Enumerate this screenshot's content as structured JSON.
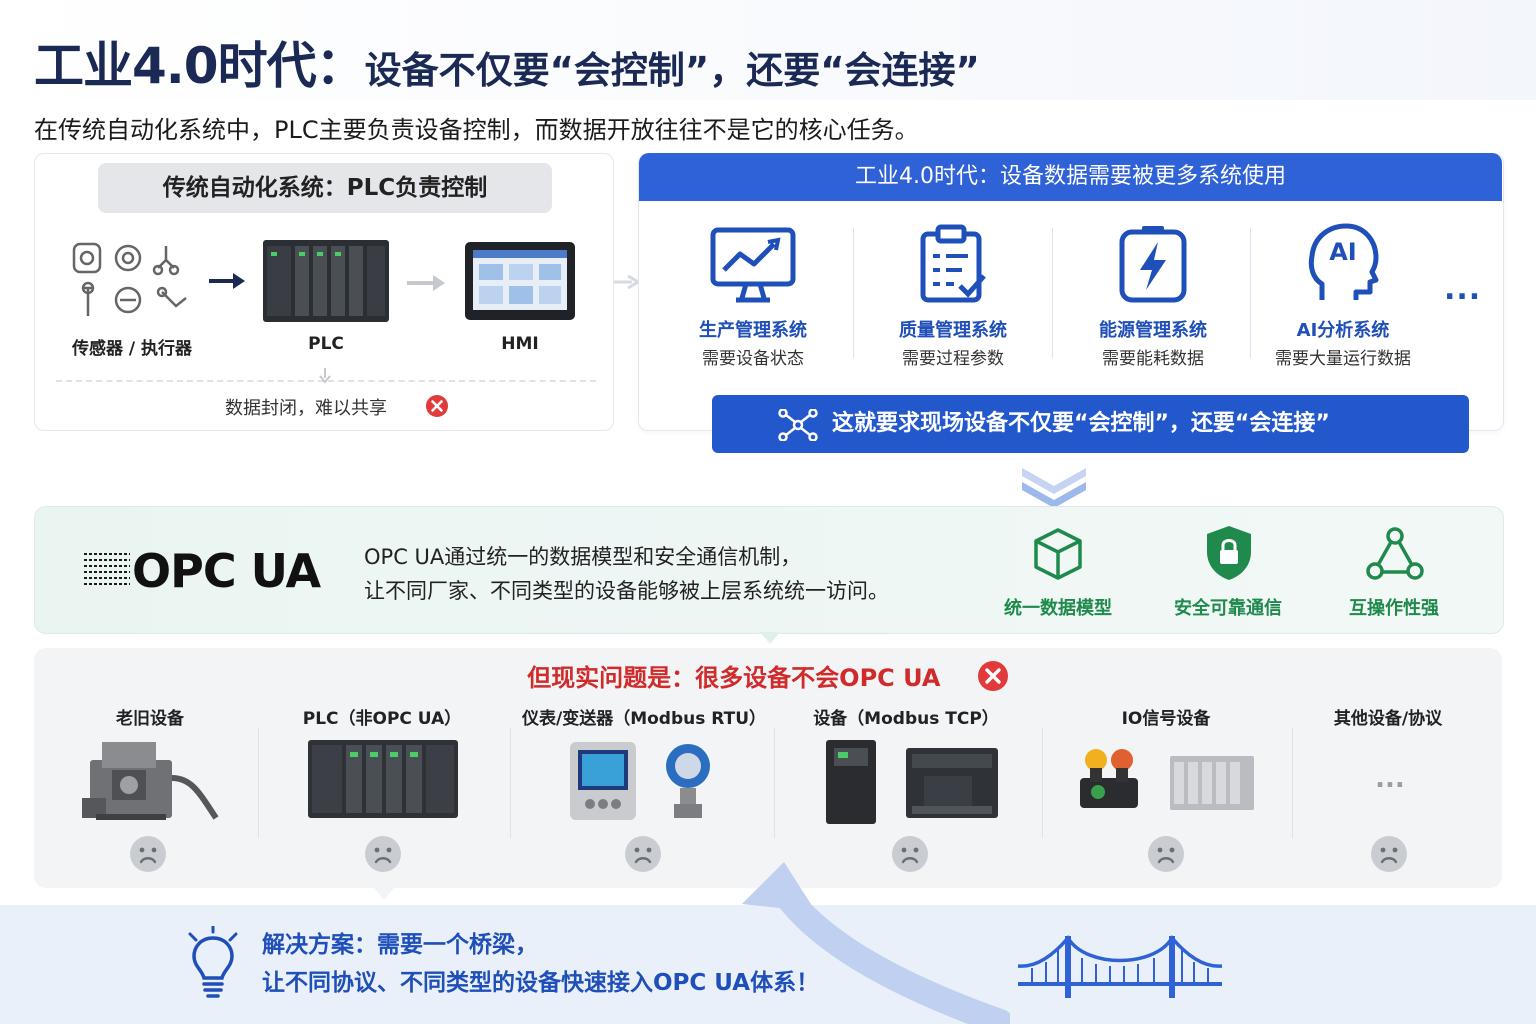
{
  "header": {
    "title_main": "工业4.0时代：",
    "title_rest": "设备不仅要“会控制”，还要“会连接”",
    "subtitle": "在传统自动化系统中，PLC主要负责设备控制，而数据开放往往不是它的核心任务。"
  },
  "traditional": {
    "heading": "传统自动化系统：PLC负责控制",
    "sensors_label": "传感器 / 执行器",
    "plc_label": "PLC",
    "hmi_label": "HMI",
    "closed_text": "数据封闭，难以共享"
  },
  "industry40": {
    "heading": "工业4.0时代：设备数据需要被更多系统使用",
    "systems": [
      {
        "name": "生产管理系统",
        "desc": "需要设备状态",
        "icon": "monitor-chart-icon"
      },
      {
        "name": "质量管理系统",
        "desc": "需要过程参数",
        "icon": "clipboard-check-icon"
      },
      {
        "name": "能源管理系统",
        "desc": "需要能耗数据",
        "icon": "battery-bolt-icon"
      },
      {
        "name": "AI分析系统",
        "desc": "需要大量运行数据",
        "icon": "ai-head-icon",
        "icon_text": "AI"
      }
    ],
    "more": "...",
    "requirement": "这就要求现场设备不仅要“会控制”，还要“会连接”"
  },
  "opcua": {
    "logo_text": "OPC UA",
    "desc_line1": "OPC UA通过统一的数据模型和安全通信机制，",
    "desc_line2": "让不同厂家、不同类型的设备能够被上层系统统一访问。",
    "features": [
      {
        "label": "统一数据模型",
        "icon": "cube-icon"
      },
      {
        "label": "安全可靠通信",
        "icon": "shield-lock-icon"
      },
      {
        "label": "互操作性强",
        "icon": "network-triangle-icon"
      }
    ],
    "accent": "#1f8a4c"
  },
  "problem": {
    "title": "但现实问题是：很多设备不会OPC UA",
    "devices": [
      {
        "label": "老旧设备"
      },
      {
        "label": "PLC（非OPC UA）"
      },
      {
        "label": "仪表/变送器（Modbus RTU）"
      },
      {
        "label": "设备（Modbus TCP）"
      },
      {
        "label": "IO信号设备"
      },
      {
        "label": "其他设备/协议",
        "placeholder": "..."
      }
    ]
  },
  "solution": {
    "line1": "解决方案：需要一个桥梁，",
    "line2": "让不同协议、不同类型的设备快速接入OPC UA体系！"
  },
  "colors": {
    "primary_blue": "#2e62d6",
    "dark_blue": "#1b2a55",
    "red": "#d12a2a",
    "green": "#1f8a4c"
  }
}
